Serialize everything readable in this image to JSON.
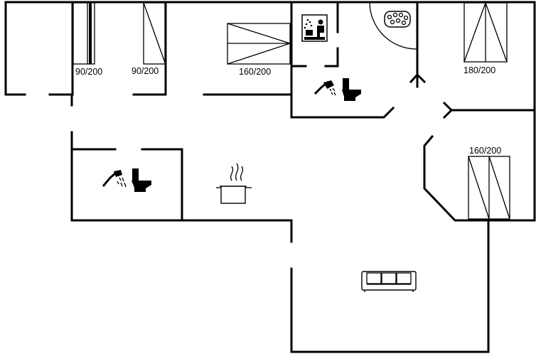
{
  "floorplan": {
    "beds": [
      {
        "id": "bed-1",
        "size_label": "90/200"
      },
      {
        "id": "bed-2",
        "size_label": "90/200"
      },
      {
        "id": "bed-3",
        "size_label": "160/200"
      },
      {
        "id": "bed-4",
        "size_label": "180/200"
      },
      {
        "id": "bed-5",
        "size_label": "160/200"
      }
    ],
    "fixtures": [
      {
        "id": "sauna",
        "icon": "sauna-icon"
      },
      {
        "id": "spa",
        "icon": "whirlpool-icon"
      },
      {
        "id": "bathroom-1",
        "icon": "shower-icon",
        "icon2": "toilet-icon"
      },
      {
        "id": "bathroom-2",
        "icon": "shower-icon",
        "icon2": "toilet-icon"
      },
      {
        "id": "kitchen",
        "icon": "cooking-pot-icon"
      },
      {
        "id": "living",
        "icon": "sofa-icon"
      }
    ],
    "colors": {
      "walls": "#000000",
      "background": "#ffffff"
    }
  }
}
